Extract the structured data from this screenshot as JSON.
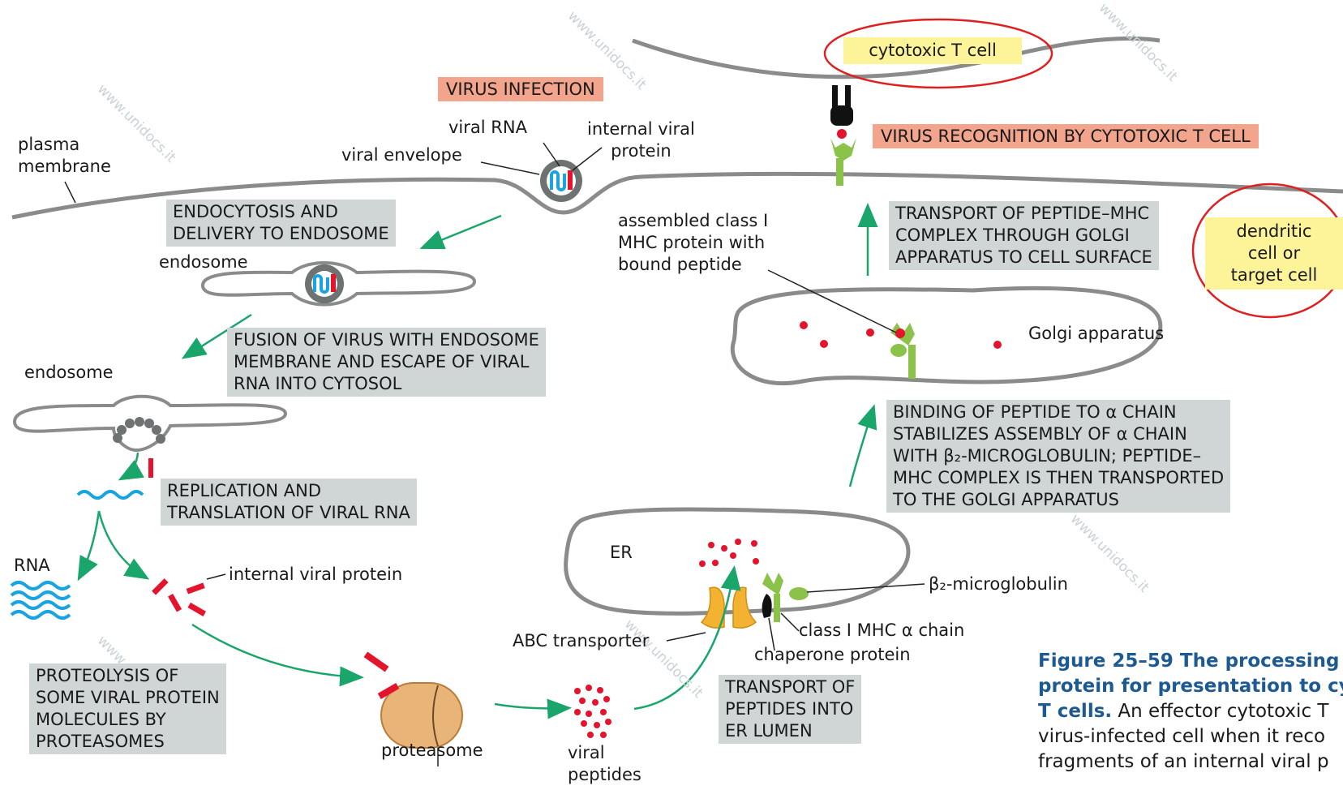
{
  "watermark": "www.unidocs.it",
  "labels": {
    "cytotoxic_t_cell": "cytotoxic T cell",
    "virus_infection": "VIRUS INFECTION",
    "virus_recognition": "VIRUS RECOGNITION BY CYTOTOXIC T CELL",
    "plasma_membrane": "plasma\nmembrane",
    "viral_rna": "viral RNA",
    "internal_viral_protein_top": "internal viral\nprotein",
    "viral_envelope": "viral envelope",
    "dendritic_cell": "dendritic\ncell or\ntarget cell",
    "endocytosis": "ENDOCYTOSIS AND\nDELIVERY TO ENDOSOME",
    "endosome_1": "endosome",
    "endosome_2": "endosome",
    "assembled_mhc": "assembled class I\nMHC protein with\nbound peptide",
    "transport_golgi": "TRANSPORT OF PEPTIDE–MHC\nCOMPLEX THROUGH GOLGI\nAPPARATUS TO CELL SURFACE",
    "golgi": "Golgi apparatus",
    "fusion": "FUSION OF VIRUS WITH ENDOSOME\nMEMBRANE AND ESCAPE OF VIRAL\nRNA INTO CYTOSOL",
    "binding": "BINDING OF PEPTIDE TO α CHAIN\nSTABILIZES ASSEMBLY OF α CHAIN\nWITH β₂-MICROGLOBULIN; PEPTIDE–\nMHC COMPLEX IS THEN TRANSPORTED\nTO THE GOLGI APPARATUS",
    "replication": "REPLICATION AND\nTRANSLATION OF VIRAL RNA",
    "rna": "RNA",
    "internal_viral_protein": "internal viral protein",
    "er": "ER",
    "b2m": "β₂-microglobulin",
    "abc": "ABC transporter",
    "mhc_alpha": "class I MHC α chain",
    "chaperone": "chaperone protein",
    "proteolysis": "PROTEOLYSIS OF\nSOME VIRAL PROTEIN\nMOLECULES BY\nPROTEASOMES",
    "proteasome": "proteasome",
    "viral_peptides": "viral\npeptides",
    "transport_er": "TRANSPORT OF\nPEPTIDES INTO\nER LUMEN"
  },
  "caption": {
    "bold_line1": "Figure 25–59 The processing",
    "bold_line2": "protein for presentation to cy",
    "bold_line3": "T cells.",
    "text_line3": " An effector cytotoxic T",
    "text_line4": "virus-infected cell when it reco",
    "text_line5": "fragments of an internal viral p"
  },
  "colors": {
    "membrane": "#8a8c8c",
    "arrow": "#1aa66a",
    "peptide": "#e3142b",
    "rna_blue": "#19a3e0",
    "mhc_green": "#8bc34a",
    "transporter": "#f4b232",
    "box_gray": "#cfd6d5",
    "pink": "#f2a48c",
    "yellow": "#fdf49a",
    "circle_red": "#e02020",
    "caption_blue": "#1d5a92"
  }
}
